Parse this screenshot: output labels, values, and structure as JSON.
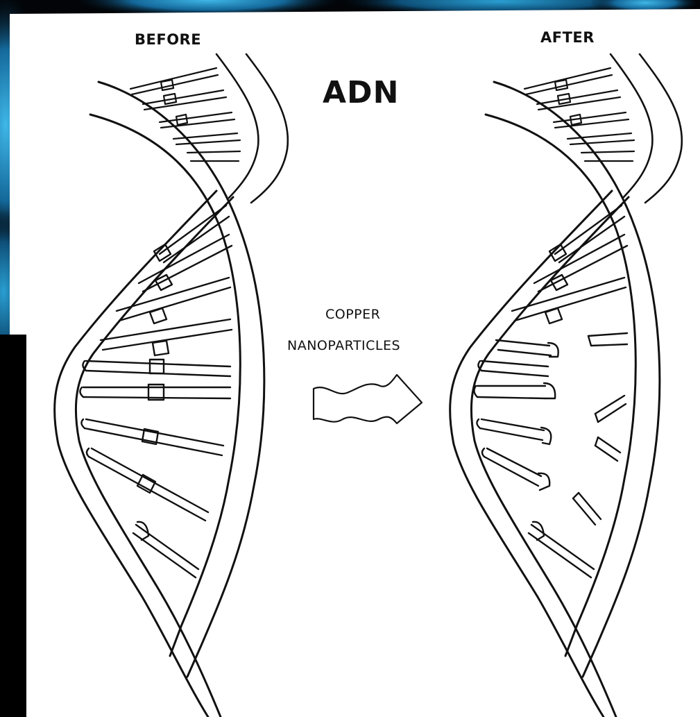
{
  "labels": {
    "before": "BEFORE",
    "after": "AFTER",
    "title": "ADN",
    "caption_line1": "COPPER",
    "caption_line2": "NANOPARTICLES"
  },
  "colors": {
    "backdrop": "#020407",
    "backdrop_accent": "#1c7fb3",
    "panel": "#ffffff",
    "ink": "#111111"
  },
  "icons": {
    "arrow": "wavy-right-arrow-icon"
  }
}
